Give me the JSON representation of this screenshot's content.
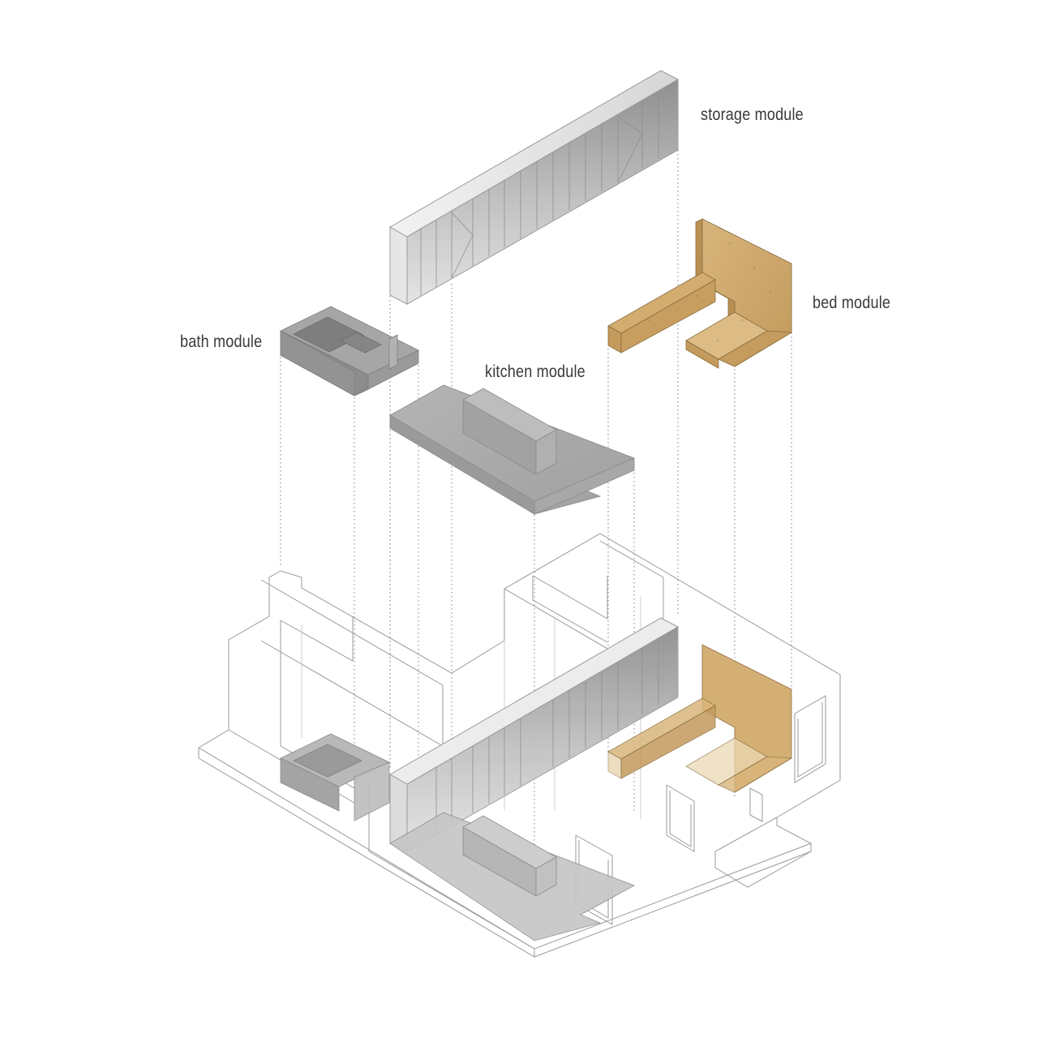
{
  "labels": {
    "storage": "storage module",
    "bed": "bed module",
    "bath": "bath module",
    "kitchen": "kitchen module"
  },
  "colors": {
    "concrete": "#9c9c9c",
    "concrete_light": "#c4c4c4",
    "wood": "#c9a36a",
    "storage_front": "#b0b0b0",
    "line": "#9a9a9a",
    "text": "#3a3a3a"
  }
}
